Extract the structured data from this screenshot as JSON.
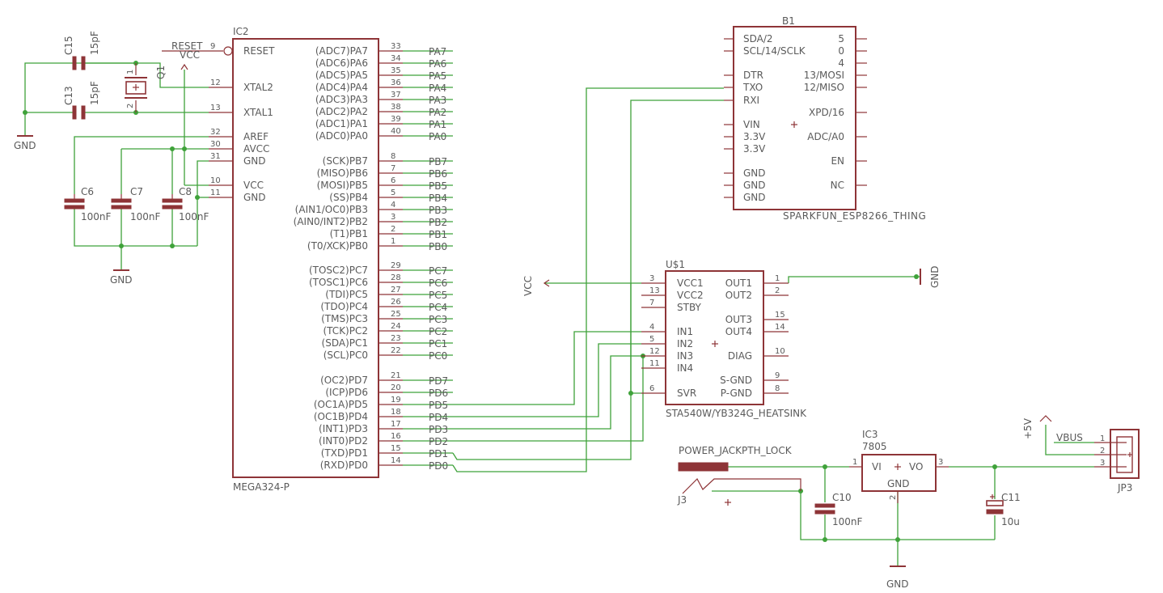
{
  "colors": {
    "part": "#8e3437",
    "wire": "#3fa23a",
    "text": "#5a5a5a",
    "background": "#ffffff"
  },
  "ic2": {
    "name": "IC2",
    "value": "MEGA324-P",
    "left_pins": [
      {
        "num": "9",
        "label": "RESET"
      },
      {
        "num": "12",
        "label": "XTAL2"
      },
      {
        "num": "13",
        "label": "XTAL1"
      },
      {
        "num": "32",
        "label": "AREF"
      },
      {
        "num": "30",
        "label": "AVCC"
      },
      {
        "num": "31",
        "label": "GND"
      },
      {
        "num": "10",
        "label": "VCC"
      },
      {
        "num": "11",
        "label": "GND"
      }
    ],
    "right_pins": [
      {
        "num": "33",
        "label": "(ADC7)PA7",
        "net": "PA7"
      },
      {
        "num": "34",
        "label": "(ADC6)PA6",
        "net": "PA6"
      },
      {
        "num": "35",
        "label": "(ADC5)PA5",
        "net": "PA5"
      },
      {
        "num": "36",
        "label": "(ADC4)PA4",
        "net": "PA4"
      },
      {
        "num": "37",
        "label": "(ADC3)PA3",
        "net": "PA3"
      },
      {
        "num": "38",
        "label": "(ADC2)PA2",
        "net": "PA2"
      },
      {
        "num": "39",
        "label": "(ADC1)PA1",
        "net": "PA1"
      },
      {
        "num": "40",
        "label": "(ADC0)PA0",
        "net": "PA0"
      },
      {
        "num": "8",
        "label": "(SCK)PB7",
        "net": "PB7"
      },
      {
        "num": "7",
        "label": "(MISO)PB6",
        "net": "PB6"
      },
      {
        "num": "6",
        "label": "(MOSI)PB5",
        "net": "PB5"
      },
      {
        "num": "5",
        "label": "(SS)PB4",
        "net": "PB4"
      },
      {
        "num": "4",
        "label": "(AIN1/OC0)PB3",
        "net": "PB3"
      },
      {
        "num": "3",
        "label": "(AIN0/INT2)PB2",
        "net": "PB2"
      },
      {
        "num": "2",
        "label": "(T1)PB1",
        "net": "PB1"
      },
      {
        "num": "1",
        "label": "(T0/XCK)PB0",
        "net": "PB0"
      },
      {
        "num": "29",
        "label": "(TOSC2)PC7",
        "net": "PC7"
      },
      {
        "num": "28",
        "label": "(TOSC1)PC6",
        "net": "PC6"
      },
      {
        "num": "27",
        "label": "(TDI)PC5",
        "net": "PC5"
      },
      {
        "num": "26",
        "label": "(TDO)PC4",
        "net": "PC4"
      },
      {
        "num": "25",
        "label": "(TMS)PC3",
        "net": "PC3"
      },
      {
        "num": "24",
        "label": "(TCK)PC2",
        "net": "PC2"
      },
      {
        "num": "23",
        "label": "(SDA)PC1",
        "net": "PC1"
      },
      {
        "num": "22",
        "label": "(SCL)PC0",
        "net": "PC0"
      },
      {
        "num": "21",
        "label": "(OC2)PD7",
        "net": "PD7"
      },
      {
        "num": "20",
        "label": "(ICP)PD6",
        "net": "PD6"
      },
      {
        "num": "19",
        "label": "(OC1A)PD5",
        "net": "PD5"
      },
      {
        "num": "18",
        "label": "(OC1B)PD4",
        "net": "PD4"
      },
      {
        "num": "17",
        "label": "(INT1)PD3",
        "net": "PD3"
      },
      {
        "num": "16",
        "label": "(INT0)PD2",
        "net": "PD2"
      },
      {
        "num": "15",
        "label": "(TXD)PD1",
        "net": "PD1"
      },
      {
        "num": "14",
        "label": "(RXD)PD0",
        "net": "PD0"
      }
    ]
  },
  "b1": {
    "name": "B1",
    "value": "SPARKFUN_ESP8266_THING",
    "left_pins": [
      "SDA/2",
      "SCL/14/SCLK",
      "DTR",
      "TXO",
      "RXI",
      "VIN",
      "3.3V",
      "3.3V",
      "GND",
      "GND",
      "GND"
    ],
    "right_pins": [
      "5",
      "0",
      "4",
      "13/MOSI",
      "12/MISO",
      "XPD/16",
      "ADC/A0",
      "EN",
      "NC"
    ]
  },
  "u1": {
    "name": "U$1",
    "value": "STA540W/YB324G_HEATSINK",
    "left_pins": [
      {
        "num": "3",
        "label": "VCC1"
      },
      {
        "num": "13",
        "label": "VCC2"
      },
      {
        "num": "7",
        "label": "STBY"
      },
      {
        "num": "4",
        "label": "IN1"
      },
      {
        "num": "5",
        "label": "IN2"
      },
      {
        "num": "12",
        "label": "IN3"
      },
      {
        "num": "11",
        "label": "IN4"
      },
      {
        "num": "6",
        "label": "SVR"
      }
    ],
    "right_pins": [
      {
        "num": "1",
        "label": "OUT1"
      },
      {
        "num": "2",
        "label": "OUT2"
      },
      {
        "num": "15",
        "label": "OUT3"
      },
      {
        "num": "14",
        "label": "OUT4"
      },
      {
        "num": "10",
        "label": "DIAG"
      },
      {
        "num": "9",
        "label": "S-GND"
      },
      {
        "num": "8",
        "label": "P-GND"
      }
    ]
  },
  "ic3": {
    "name": "IC3",
    "value": "7805",
    "pins": [
      {
        "num": "1",
        "label": "VI"
      },
      {
        "num": "3",
        "label": "VO"
      },
      {
        "num": "2",
        "label": "GND"
      }
    ]
  },
  "caps": {
    "c15": {
      "name": "C15",
      "value": "15pF"
    },
    "c13": {
      "name": "C13",
      "value": "15pF"
    },
    "c6": {
      "name": "C6",
      "value": "100nF"
    },
    "c7": {
      "name": "C7",
      "value": "100nF"
    },
    "c8": {
      "name": "C8",
      "value": "100nF"
    },
    "c10": {
      "name": "C10",
      "value": "100nF"
    },
    "c11": {
      "name": "C11",
      "value": "10u"
    }
  },
  "q1": {
    "name": "Q1",
    "pin1": "1",
    "pin2": "2"
  },
  "j3": {
    "name": "J3",
    "value": "POWER_JACKPTH_LOCK"
  },
  "jp3": {
    "name": "JP3",
    "pins": [
      "1",
      "2",
      "3"
    ],
    "net": "VBUS"
  },
  "net_labels": {
    "reset": "RESET",
    "vcc": "VCC",
    "gnd": "GND",
    "plus5v": "+5V"
  }
}
